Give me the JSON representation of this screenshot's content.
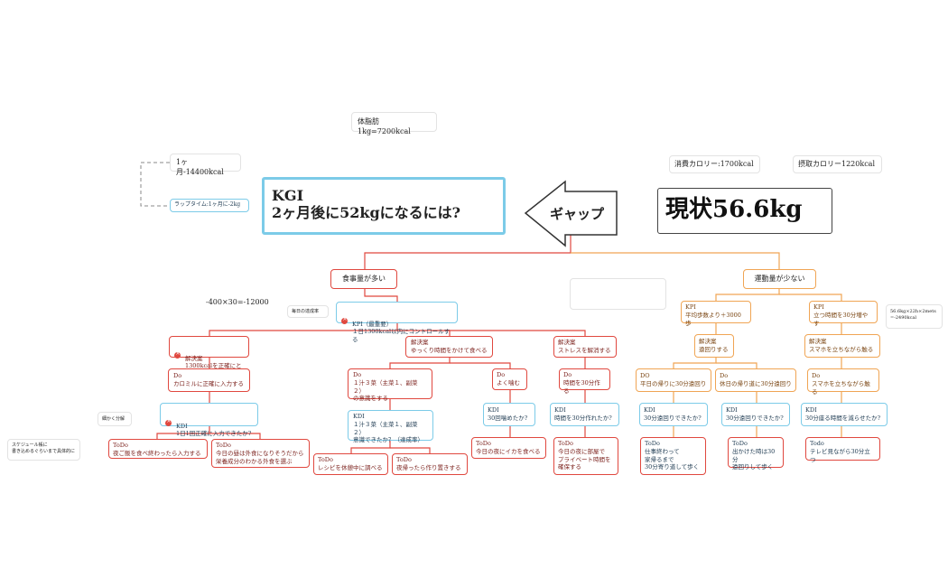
{
  "top_note": "体脂肪1kg=7200kcal",
  "month_note": "1ヶ月-14400kcal",
  "lap_note": "ラップタイム:1ヶ月に-2kg",
  "kgi": {
    "line1": "KGI",
    "line2": "2ヶ月後に52kgになるには?"
  },
  "gap_label": "ギャップ",
  "current": "現状56.6kg",
  "consumption": "消費カロリー:1700kcal",
  "intake": "摂取カロリー1220kcal",
  "left_branch": "食事量が多い",
  "right_branch": "運動量が少ない",
  "calc_note": "-400×30=-12000",
  "daily_note": "毎日の達成率",
  "kpi_food": "KPI（最重要）\n１日1300kcal以内にコントロールする",
  "fine_note": "細かく分解",
  "schedule_note": "スケジュール帳に\n書き込めるぐらいまで具体的に",
  "side_note": "56.6kg×22h×2mets\n=-2490kcal",
  "nodes": {
    "sol1": "解決案\n1300kcalを正確にとる",
    "do1": "Do\nカロミルに正確に入力する",
    "kdi1": "KDI\n1日1回正確に入力できたか?",
    "todo1": "ToDo\n夜ご飯を食べ終わったら入力する",
    "todo2": "ToDo\n今日の昼は外食になりそうだから\n栄養成分のわかる外食を選ぶ",
    "sol2": "解決案\nゆっくり時間をかけて食べる",
    "do2": "Do\n１汁３菜（主菜１、副菜２）\nの意識をする",
    "kdi2": "KDI\n１汁３菜（主菜１、副菜２）\n意識できたか？（達成率）",
    "todo3": "ToDo\nレシピを休憩中に調べる",
    "todo4": "ToDo\n夜帰ったら作り置きする",
    "do3": "Do\nよく噛む",
    "kdi3": "KDI\n30回噛めたか?",
    "todo5": "ToDo\n今日の夜にイカを食べる",
    "sol3": "解決案\nストレスを解消する",
    "do4": "Do\n時間を30分作る",
    "kdi4": "KDI\n時間を30分作れたか?",
    "todo6": "ToDo\n今日の夜に部屋で\nプライベート時間を\n確保する",
    "kpi2": "KPI\n平均歩数より＋3000歩",
    "kpi3": "KPI\n立つ時間を30分増やす",
    "sol4": "解決案\n遠回りする",
    "do5": "DO\n平日の帰りに30分遠回り",
    "kdi5": "KDI\n30分遠回りできたか?",
    "todo7": "ToDo\n仕事終わって\n家帰るまで\n30分寄り道して歩く",
    "do6": "Do\n休日の帰り道に30分遠回り",
    "kdi6": "KDI\n30分遠回りできたか?",
    "todo8": "ToDo\n出かけた時は30分\n遠回りして歩く",
    "sol5": "解決案\nスマホを立ちながら触る",
    "do7": "Do\nスマホを立ちながら触る",
    "kdi7": "KDI\n30分座る時間を減らせたか?",
    "todo9": "Todo\nテレビ見ながら30分立つ"
  },
  "colors": {
    "red": "#e0483f",
    "blue": "#7ccbe8",
    "orange": "#f0a554"
  }
}
